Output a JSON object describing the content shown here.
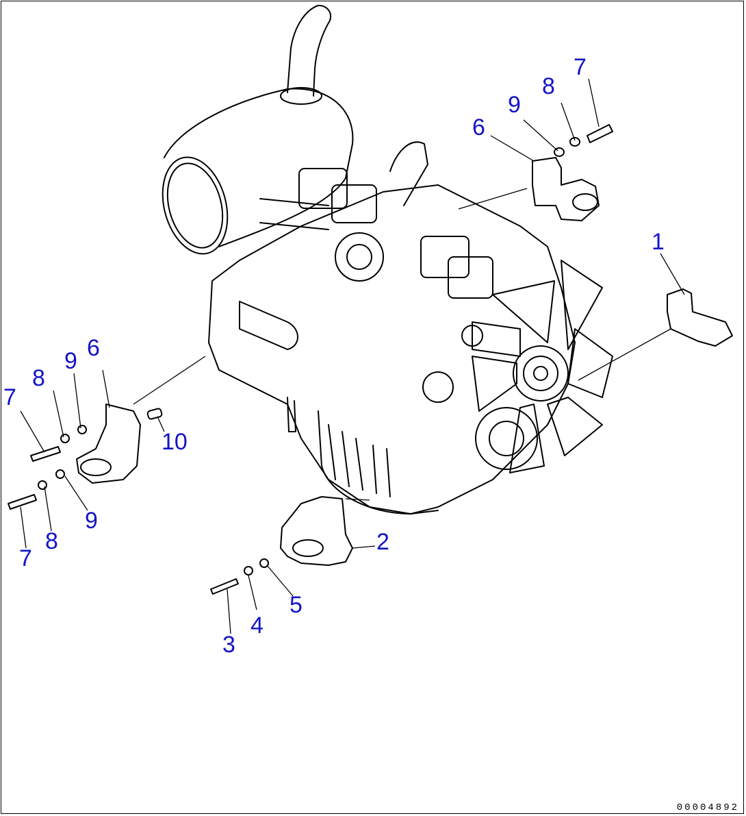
{
  "labels": [
    {
      "id": "l1",
      "text": "1"
    },
    {
      "id": "l2",
      "text": "2"
    },
    {
      "id": "l3",
      "text": "3"
    },
    {
      "id": "l4",
      "text": "4"
    },
    {
      "id": "l5",
      "text": "5"
    },
    {
      "id": "l6a",
      "text": "6"
    },
    {
      "id": "l6b",
      "text": "6"
    },
    {
      "id": "l7a",
      "text": "7"
    },
    {
      "id": "l7b",
      "text": "7"
    },
    {
      "id": "l7c",
      "text": "7"
    },
    {
      "id": "l8a",
      "text": "8"
    },
    {
      "id": "l8b",
      "text": "8"
    },
    {
      "id": "l8c",
      "text": "8"
    },
    {
      "id": "l9a",
      "text": "9"
    },
    {
      "id": "l9b",
      "text": "9"
    },
    {
      "id": "l9c",
      "text": "9"
    },
    {
      "id": "l10",
      "text": "10"
    }
  ],
  "drawing_code": "00004892",
  "colors": {
    "labels": "#1414c8",
    "lines": "#000000"
  }
}
